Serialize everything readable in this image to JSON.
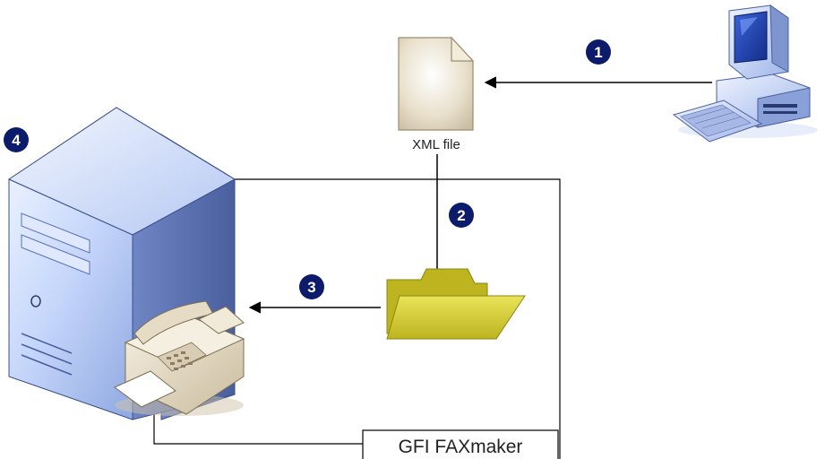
{
  "labels": {
    "xml_file": "XML file",
    "gfi_faxmaker": "GFI FAXmaker"
  },
  "steps": {
    "step1": "1",
    "step2": "2",
    "step3": "3",
    "step4": "4"
  },
  "icons": {
    "workstation": "workstation-computer-icon",
    "xml_document": "xml-document-icon",
    "folder": "folder-icon",
    "server": "server-tower-icon",
    "fax": "fax-machine-icon"
  },
  "colors": {
    "badge": "#0d1b6b",
    "folder": "#d8d23c",
    "server": "#c9d8f5",
    "document": "#e7ddc9",
    "line": "#000000"
  }
}
